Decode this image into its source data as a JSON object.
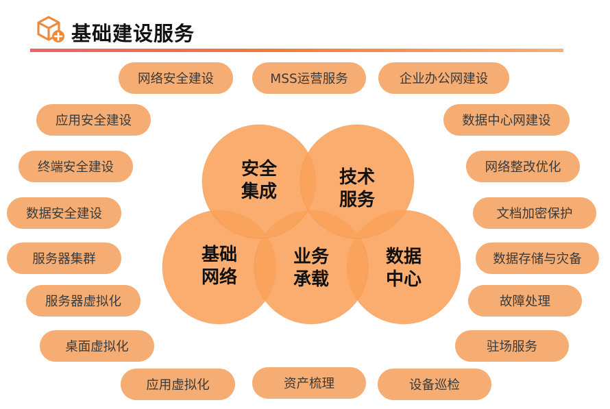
{
  "header": {
    "title": "基础建设服务"
  },
  "colors": {
    "pill_bg": "#f6ad73",
    "circle_fill": "#f9a25b",
    "circle_stroke": "#f0893a",
    "title_rule": "#f27a3a",
    "logo": "#ee8a3c"
  },
  "venn": {
    "circles": [
      {
        "id": "security",
        "line1": "安全",
        "line2": "集成"
      },
      {
        "id": "tech",
        "line1": "技术",
        "line2": "服务"
      },
      {
        "id": "network",
        "line1": "基础",
        "line2": "网络"
      },
      {
        "id": "business",
        "line1": "业务",
        "line2": "承载"
      },
      {
        "id": "datacenter",
        "line1": "数据",
        "line2": "中心"
      }
    ]
  },
  "services": {
    "left": [
      "网络安全建设",
      "应用安全建设",
      "终端安全建设",
      "数据安全建设",
      "服务器集群",
      "服务器虚拟化",
      "桌面虚拟化",
      "应用虚拟化"
    ],
    "top": [
      "MSS运营服务",
      "企业办公网建设"
    ],
    "right": [
      "数据中心网建设",
      "网络整改优化",
      "文档加密保护",
      "数据存储与灾备",
      "故障处理",
      "驻场服务"
    ],
    "bottom": [
      "资产梳理",
      "设备巡检"
    ]
  }
}
